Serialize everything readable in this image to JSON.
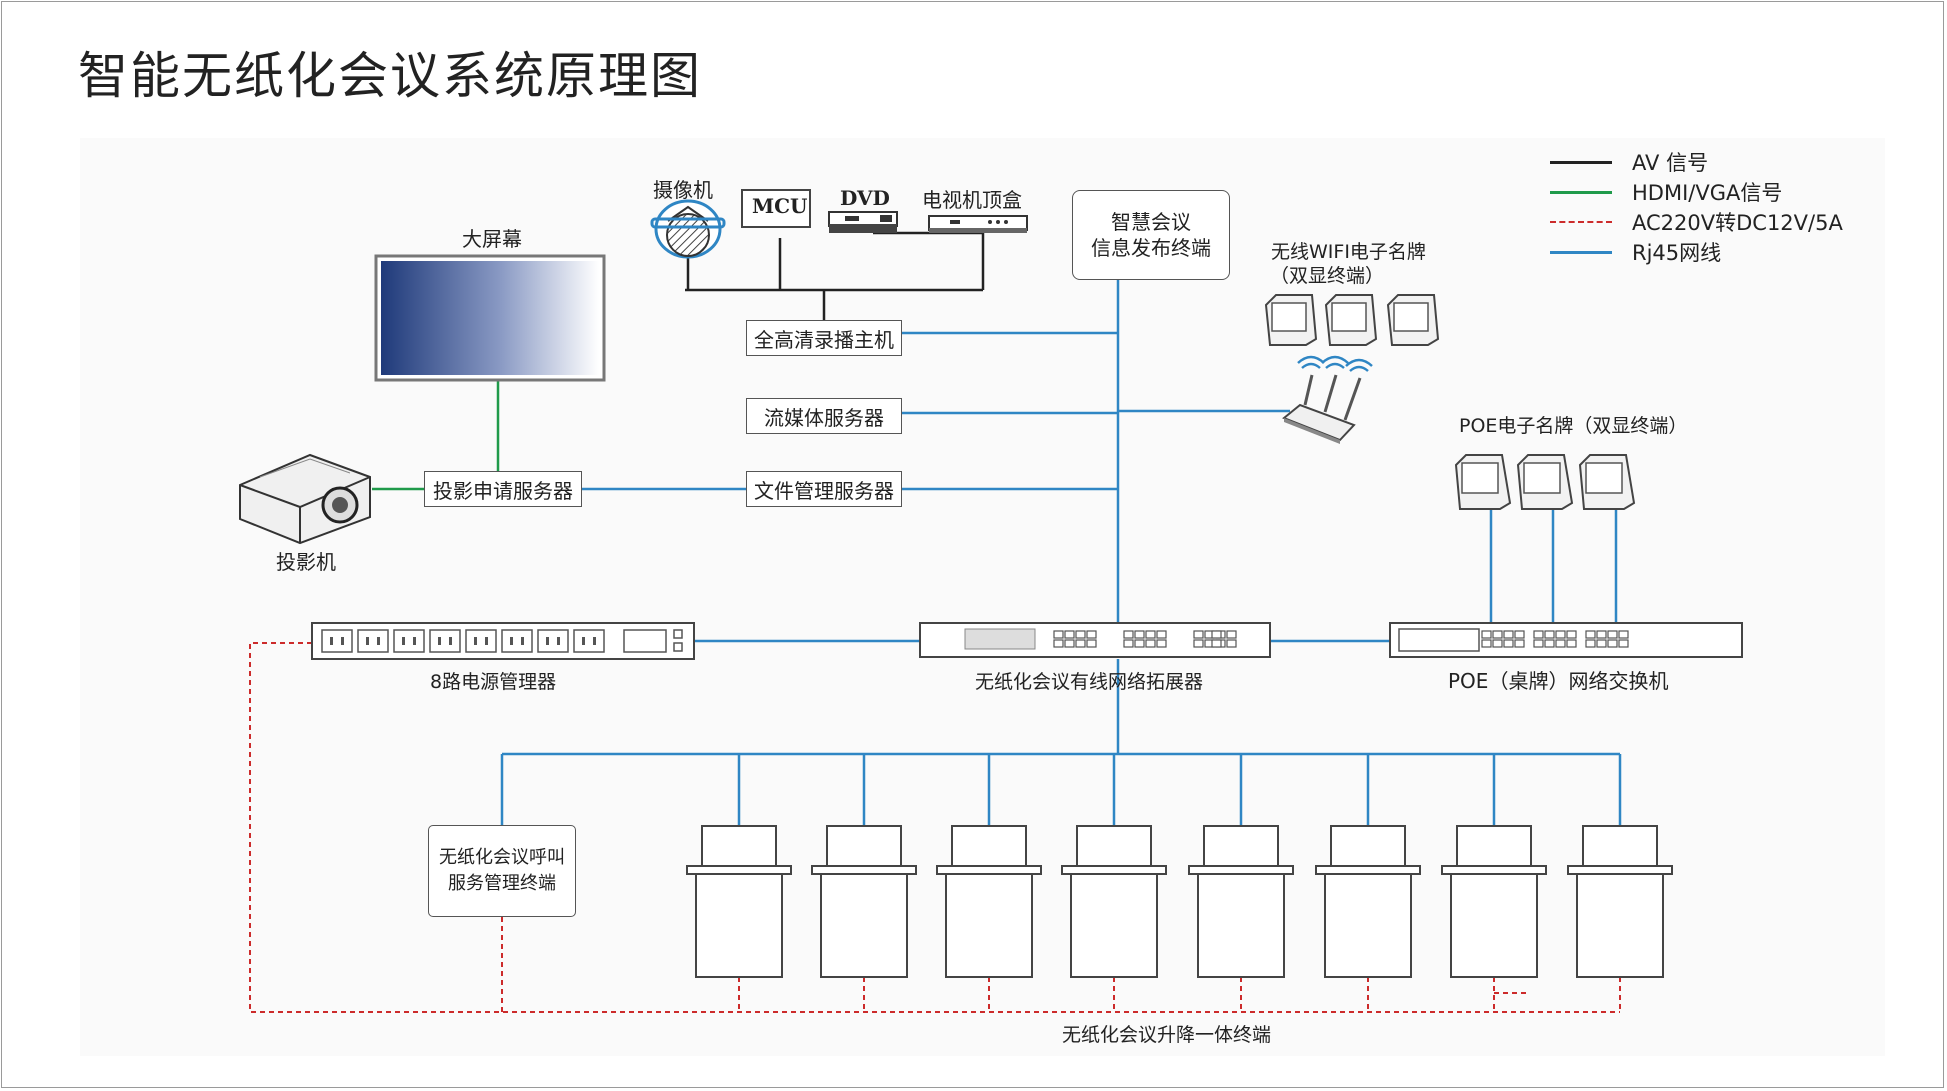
{
  "title": "智能无纸化会议系统原理图",
  "legend": [
    {
      "label": "AV 信号",
      "color": "#222222",
      "style": "solid"
    },
    {
      "label": "HDMI/VGA信号",
      "color": "#1f9a4a",
      "style": "solid"
    },
    {
      "label": "AC220V转DC12V/5A",
      "color": "#cc2b2b",
      "style": "dashed"
    },
    {
      "label": "Rj45网线",
      "color": "#2f86c4",
      "style": "solid"
    }
  ],
  "nodes": {
    "camera": "摄像机",
    "mcu": "MCU",
    "dvd": "DVD",
    "settop": "电视机顶盒",
    "bigscreen": "大屏幕",
    "info_terminal_line1": "智慧会议",
    "info_terminal_line2": "信息发布终端",
    "recorder": "全高清录播主机",
    "streaming": "流媒体服务器",
    "file_server": "文件管理服务器",
    "projection_server": "投影申请服务器",
    "projector": "投影机",
    "wifi_nameplate_line1": "无线WIFI电子名牌",
    "wifi_nameplate_line2": "（双显终端）",
    "poe_nameplate": "POE电子名牌（双显终端）",
    "power_manager": "8路电源管理器",
    "extender": "无纸化会议有线网络拓展器",
    "poe_switch": "POE（桌牌）网络交换机",
    "call_terminal_line1": "无纸化会议呼叫",
    "call_terminal_line2": "服务管理终端",
    "lift_terminals": "无纸化会议升降一体终端"
  },
  "colors": {
    "av": "#222222",
    "hdmi": "#1f9a4a",
    "power": "#cc2b2b",
    "rj45": "#2f86c4"
  },
  "icons": [
    "camera-icon",
    "mcu-icon",
    "dvd-player-icon",
    "settop-box-icon",
    "big-screen-icon",
    "projector-icon",
    "wifi-router-icon",
    "nameplate-icon",
    "power-manager-icon",
    "network-extender-icon",
    "poe-switch-icon",
    "lift-terminal-icon"
  ]
}
